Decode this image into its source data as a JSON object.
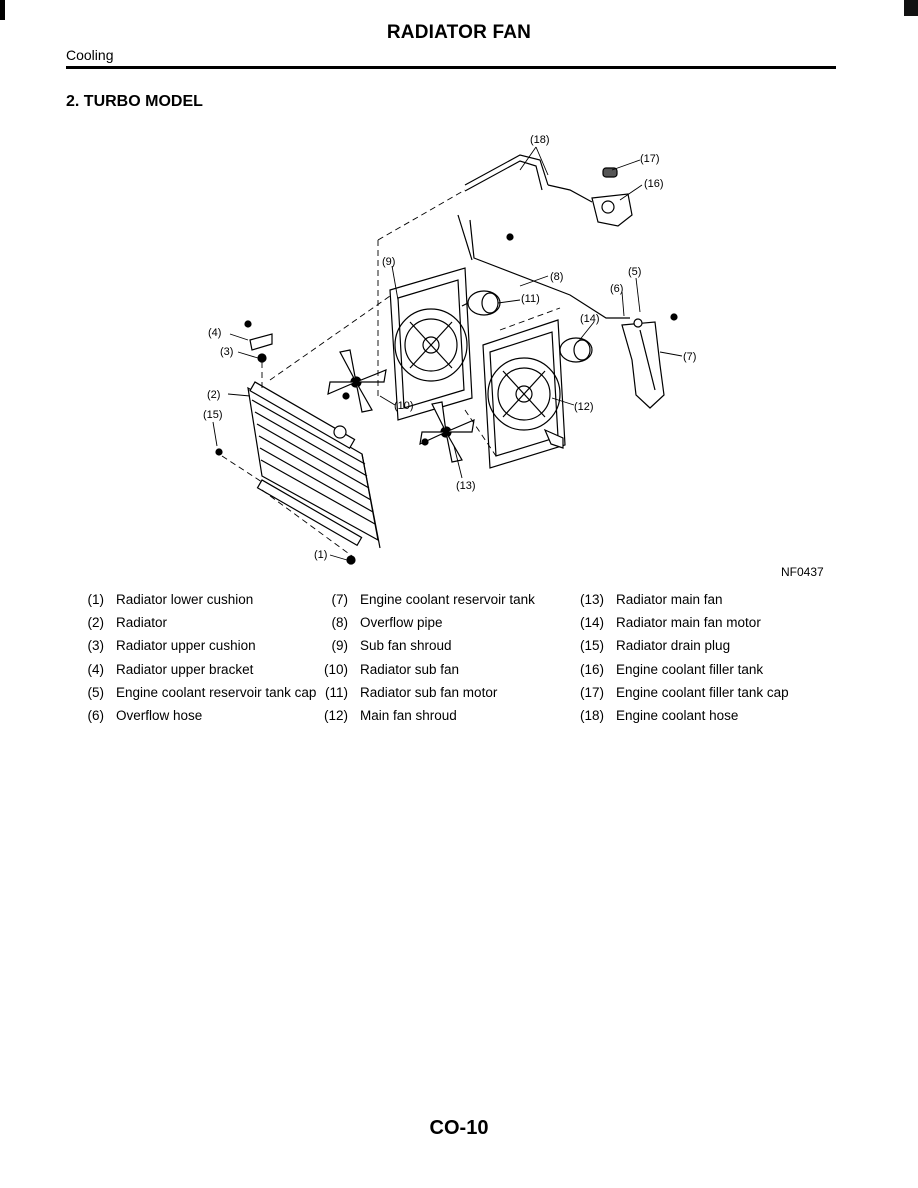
{
  "header": {
    "title": "RADIATOR FAN",
    "section": "Cooling"
  },
  "subsection": {
    "title": "2. TURBO MODEL"
  },
  "figure": {
    "code": "NF0437",
    "callouts": [
      "(1)",
      "(2)",
      "(3)",
      "(4)",
      "(5)",
      "(6)",
      "(7)",
      "(8)",
      "(9)",
      "(10)",
      "(11)",
      "(12)",
      "(13)",
      "(14)",
      "(15)",
      "(16)",
      "(17)",
      "(18)"
    ]
  },
  "legend": {
    "columns": [
      [
        {
          "num": "(1)",
          "label": "Radiator lower cushion"
        },
        {
          "num": "(2)",
          "label": "Radiator"
        },
        {
          "num": "(3)",
          "label": "Radiator upper cushion"
        },
        {
          "num": "(4)",
          "label": "Radiator upper bracket"
        },
        {
          "num": "(5)",
          "label": "Engine coolant reservoir tank cap"
        },
        {
          "num": "(6)",
          "label": "Overflow hose"
        }
      ],
      [
        {
          "num": "(7)",
          "label": "Engine coolant reservoir tank"
        },
        {
          "num": "(8)",
          "label": "Overflow pipe"
        },
        {
          "num": "(9)",
          "label": "Sub fan shroud"
        },
        {
          "num": "(10)",
          "label": "Radiator sub fan"
        },
        {
          "num": "(11)",
          "label": "Radiator sub fan motor"
        },
        {
          "num": "(12)",
          "label": "Main fan shroud"
        }
      ],
      [
        {
          "num": "(13)",
          "label": "Radiator main fan"
        },
        {
          "num": "(14)",
          "label": "Radiator main fan motor"
        },
        {
          "num": "(15)",
          "label": "Radiator drain plug"
        },
        {
          "num": "(16)",
          "label": "Engine coolant filler tank"
        },
        {
          "num": "(17)",
          "label": "Engine coolant filler tank cap"
        },
        {
          "num": "(18)",
          "label": "Engine coolant hose"
        }
      ]
    ]
  },
  "footer": {
    "page_number": "CO-10"
  }
}
